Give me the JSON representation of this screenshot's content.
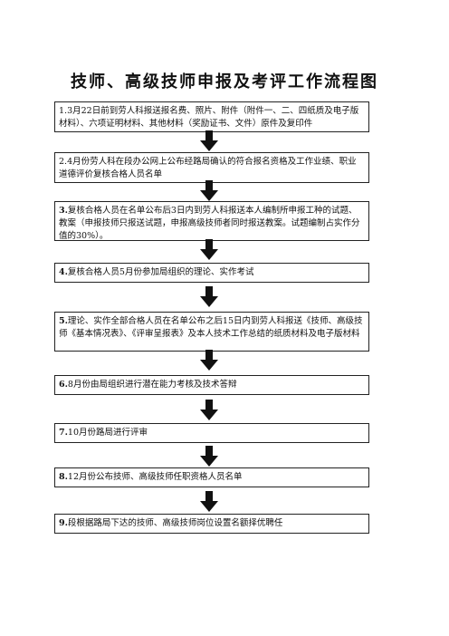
{
  "title": "技师、高级技师申报及考评工作流程图",
  "steps": [
    {
      "num": "1.",
      "text": "3月22日前到劳人科报送报名费、照片、附件（附件一、二、四纸质及电子版材料）、六项证明材料、其他材料（奖励证书、文件）原件及复印件"
    },
    {
      "num": "2.",
      "text": "4月份劳人科在段办公网上公布经路局确认的符合报名资格及工作业绩、职业道德评价复核合格人员名单"
    },
    {
      "num": "3.",
      "text": "复核合格人员在名单公布后3日内到劳人科报送本人编制所申报工种的试题、教案（申报技师只报送试题，申报高级技师者同时报送教案。试题编制占实作分值的30%）。"
    },
    {
      "num": "4.",
      "text": "复核合格人员5月份参加局组织的理论、实作考试"
    },
    {
      "num": "5.",
      "text": "理论、实作全部合格人员在名单公布之后15日内到劳人科报送《技师、高级技师《基本情况表》、《评审呈报表》及本人技术工作总结的纸质材料及电子版材料"
    },
    {
      "num": "6.",
      "text": "8月份由局组织进行潜在能力考核及技术答辩"
    },
    {
      "num": "7.",
      "text": "10月份路局进行评审"
    },
    {
      "num": "8.",
      "text": "12月份公布技师、高级技师任职资格人员名单"
    },
    {
      "num": "9.",
      "text": "段根据路局下达的技师、高级技师岗位设置名额择优聘任"
    }
  ],
  "colors": {
    "arrow": "#111111",
    "border": "#222222"
  }
}
